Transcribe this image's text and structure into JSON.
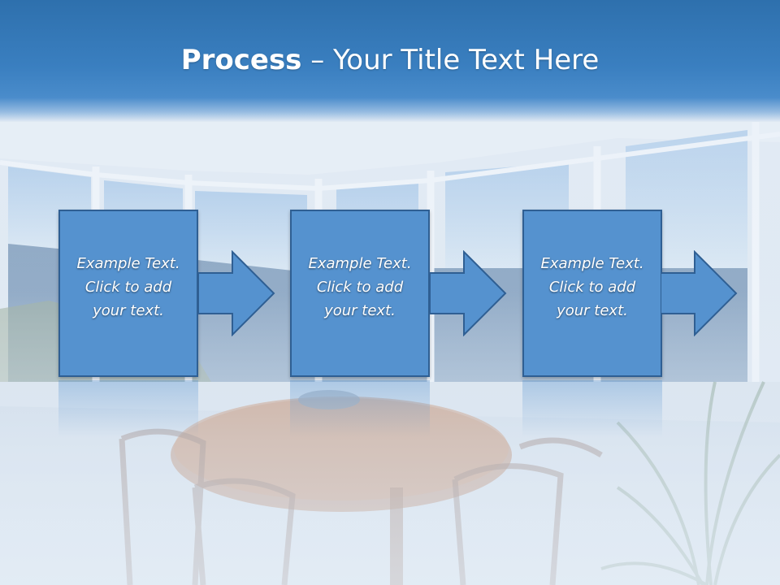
{
  "title": {
    "bold": "Process",
    "rest": " – Your Title Text Here"
  },
  "steps": [
    {
      "text": "Example Text.\nClick  to add\nyour text."
    },
    {
      "text": "Example Text.\nClick  to add\nyour text."
    },
    {
      "text": "Example Text.\nClick  to add\nyour text."
    }
  ],
  "colors": {
    "title_band": "#3a7fc0",
    "box_fill": "#5592cf",
    "box_border": "#2f5f93"
  },
  "background": "sunroom-window-photo"
}
